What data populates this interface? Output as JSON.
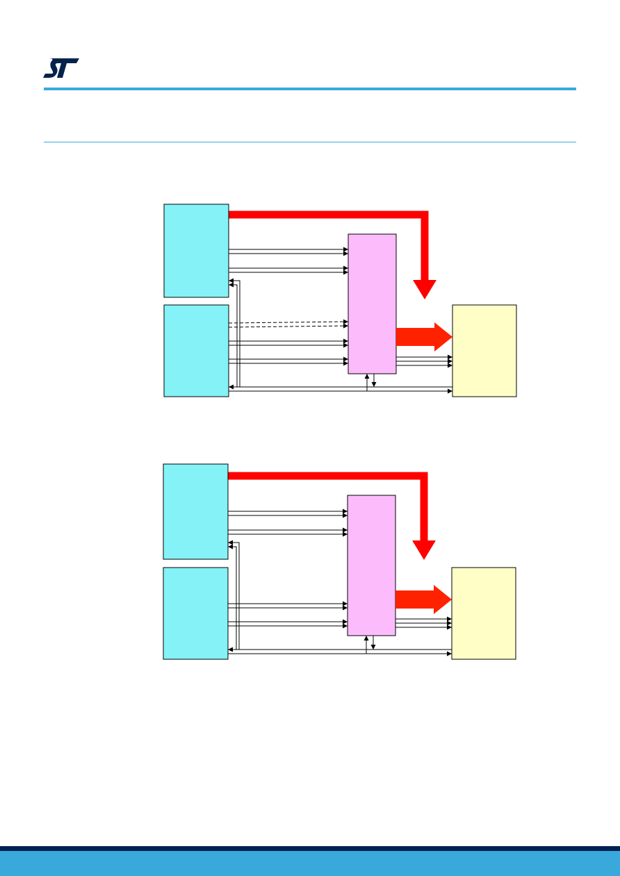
{
  "header": {
    "logo_text": "ST",
    "logo_icon": "st-logo-icon"
  },
  "colors": {
    "accent": "#39a9dc",
    "footer_dark": "#002052",
    "block_cyan": "#84f2f6",
    "block_pink": "#fcbcfc",
    "block_yellow": "#fefec6",
    "bus_red": "#ff0000",
    "line": "#000000"
  },
  "diagrams": [
    {
      "id": "top",
      "dashed_signals": true
    },
    {
      "id": "bottom",
      "dashed_signals": false
    }
  ]
}
